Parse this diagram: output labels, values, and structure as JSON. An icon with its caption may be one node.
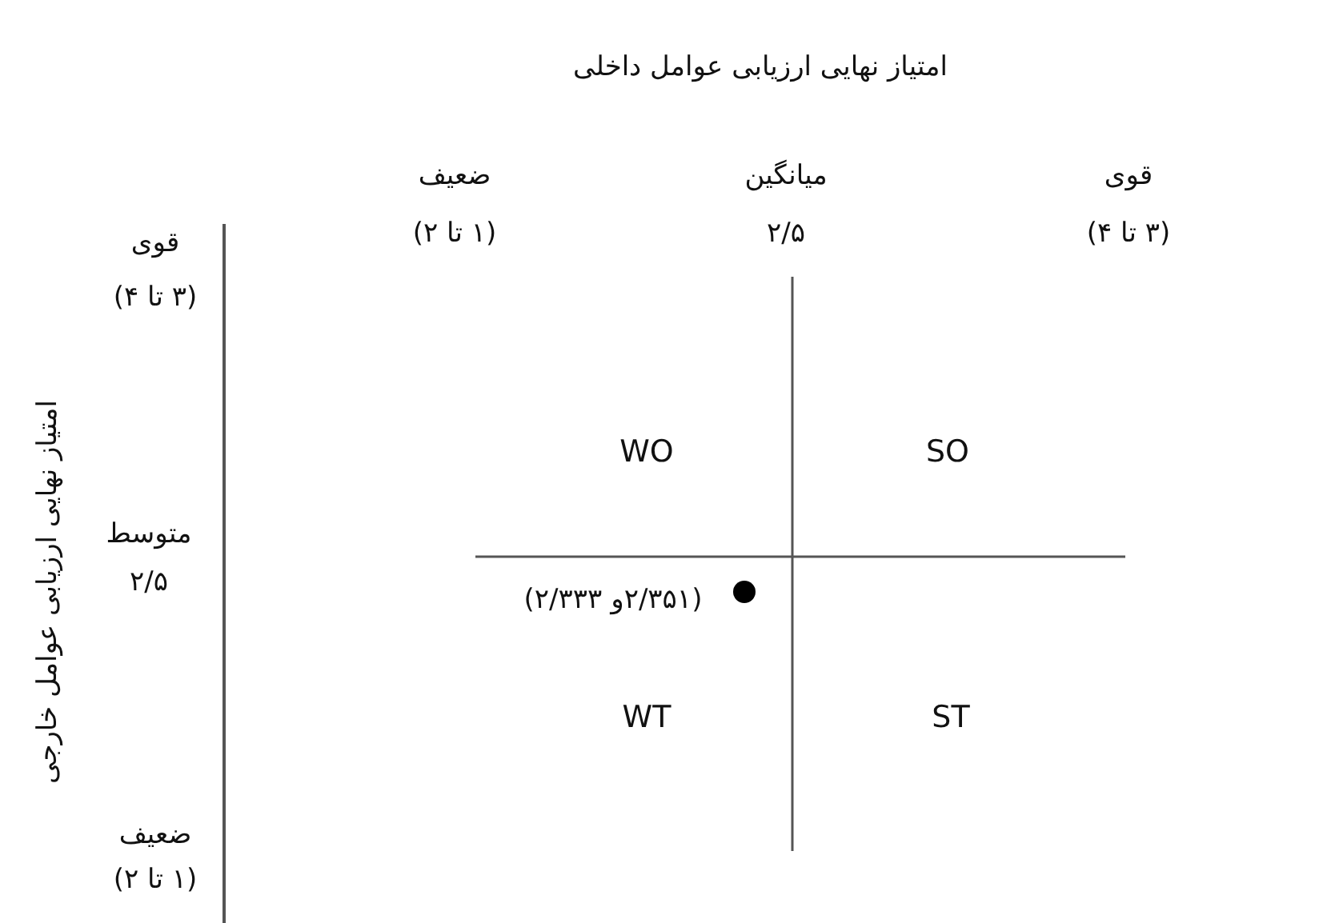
{
  "diagram": {
    "labels": [
      "امتیاز نهایی ارزیابی عوامل داخلی",
      "ضعیف",
      "(۱ تا ۲)",
      "میانگین",
      "۲/۵",
      "قوی",
      "(۳ تا ۴)",
      "قوی",
      "(۳ تا ۴)",
      "امتیاز نهایی ارزیابی عوامل خارجی",
      "متوسط",
      "۲/۵",
      "WO",
      "SO",
      "(۲/۳۵۱و ۲/۳۳۳)",
      "WT",
      "ST",
      "ضعیف",
      "(۱ تا ۲)"
    ]
  }
}
